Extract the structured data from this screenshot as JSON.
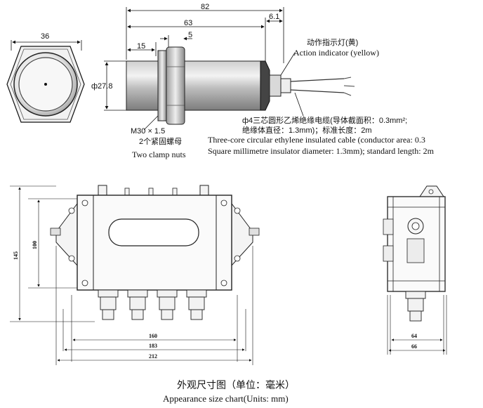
{
  "dimensions_top": {
    "d82": "82",
    "d6_1": "6.1",
    "d63": "63",
    "d5": "5",
    "d15": "15",
    "d36": "36",
    "d27_8": "ф27.8"
  },
  "labels_top": {
    "thread": "M30 × 1.5",
    "clamp_cn": "2个紧固螺母",
    "clamp_en": "Two clamp nuts",
    "indicator_cn": "动作指示灯(黄)",
    "indicator_en": "Action indicator (yellow)",
    "cable_cn_1": "ф4三芯圆形乙烯绝缘电缆(导体截面积：0.3mm²;",
    "cable_cn_2": "绝缘体直径：1.3mm)；标准长度：2m",
    "cable_en_1": "Three-core circular ethylene insulated cable (conductor area: 0.3",
    "cable_en_2": "Square millimetre insulator diameter: 1.3mm); standard length: 2m"
  },
  "dimensions_bottom": {
    "d145": "145",
    "d100": "100",
    "d160": "160",
    "d183": "183",
    "d212": "212",
    "d64": "64",
    "d66": "66"
  },
  "caption": {
    "cn": "外观尺寸图（单位：毫米）",
    "en": "Appearance size chart(Units: mm)"
  }
}
